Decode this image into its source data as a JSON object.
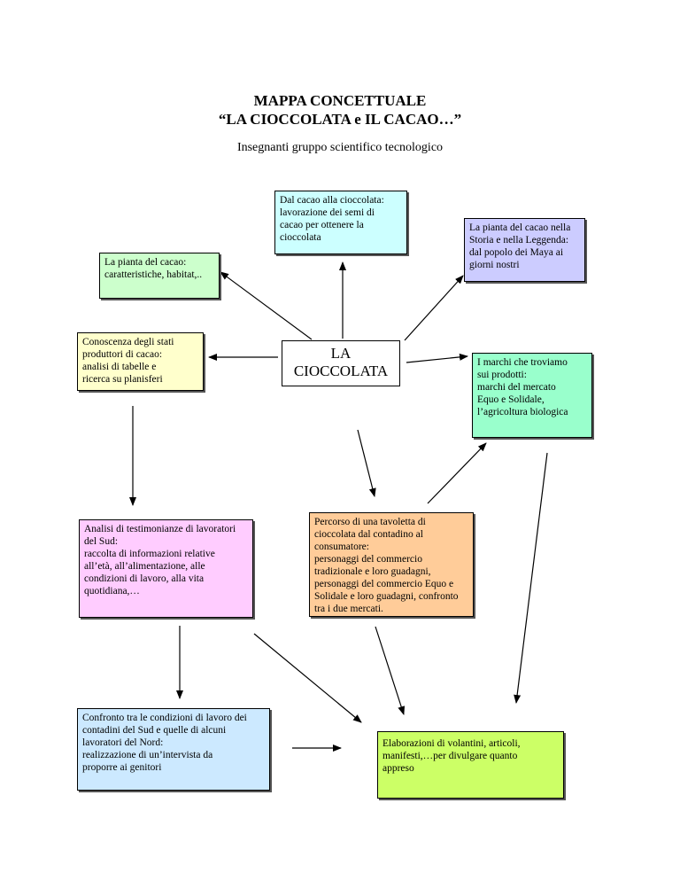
{
  "header": {
    "title_line1": "MAPPA CONCETTUALE",
    "title_line2": "“LA CIOCCOLATA e IL CACAO…”",
    "subtitle": "Insegnanti gruppo scientifico tecnologico"
  },
  "center": {
    "label": "LA\nCIOCCOLATA"
  },
  "boxes": {
    "dal_cacao": "Dal cacao alla cioccolata:\nlavorazione dei semi di\ncacao per ottenere la\ncioccolata",
    "storia": "La pianta del cacao nella\nStoria e nella Leggenda:\ndal popolo dei Maya ai\ngiorni nostri",
    "pianta": "La pianta del cacao:\ncaratteristiche, habitat,..",
    "stati": "Conoscenza degli stati\nproduttori di cacao:\nanalisi di tabelle e\nricerca su planisferi",
    "marchi": "I marchi che troviamo\nsui prodotti:\nmarchi del mercato\nEquo e Solidale,\nl’agricoltura biologica",
    "analisi": "Analisi di testimonianze di lavoratori\ndel Sud:\nraccolta di informazioni relative\nall’età, all’alimentazione, alle\ncondizioni di lavoro, alla vita\nquotidiana,…",
    "percorso": "Percorso di una tavoletta di\ncioccolata dal contadino al\nconsumatore:\npersonaggi del commercio\ntradizionale e loro guadagni,\npersonaggi del commercio Equo e\nSolidale e loro guadagni, confronto\ntra i due mercati.",
    "confronto": "Confronto  tra le condizioni di lavoro dei\ncontadini del Sud e quelle di alcuni\nlavoratori del Nord:\nrealizzazione di un’intervista da\nproporre ai genitori",
    "elaborazioni": "Elaborazioni di volantini,  articoli,\nmanifesti,…per divulgare quanto\nappreso"
  },
  "colors": {
    "dal_cacao": "#ccffff",
    "storia": "#ccccff",
    "pianta": "#ccffcc",
    "stati": "#ffffcc",
    "marchi": "#99ffcc",
    "analisi": "#ffccff",
    "percorso": "#ffcc99",
    "confronto": "#cce9ff",
    "elaborazioni": "#ccff66"
  }
}
